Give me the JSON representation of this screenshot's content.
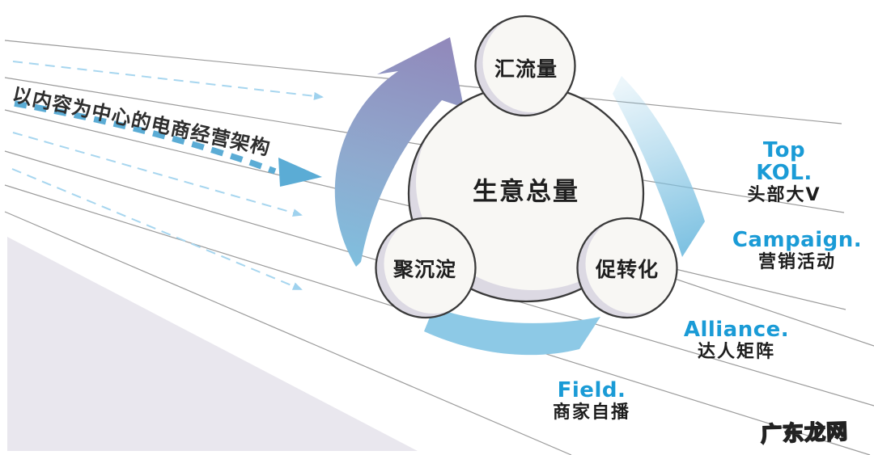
{
  "banner": {
    "text": "以内容为中心的电商经营架构"
  },
  "diagram": {
    "center": "生意总量",
    "nodes": [
      {
        "label": "汇流量",
        "position": "top"
      },
      {
        "label": "聚沉淀",
        "position": "bottom-left"
      },
      {
        "label": "促转化",
        "position": "bottom-right"
      }
    ]
  },
  "channels": [
    {
      "en": "Top KOL.",
      "zh": "头部大V"
    },
    {
      "en": "Campaign.",
      "zh": "营销活动"
    },
    {
      "en": "Alliance.",
      "zh": "达人矩阵"
    },
    {
      "en": "Field.",
      "zh": "商家自播"
    }
  ],
  "watermark": "广东龙网",
  "colors": {
    "accent_blue_text": "#1a9bd6",
    "bold_dash_blue": "#5bacd5",
    "thin_dash_blue": "#a7d6ef",
    "cycle_blue": "#7fc0df",
    "cycle_purple": "#9189bb",
    "band_blue": "#8dc9e6",
    "line_gray": "#9b9b9b",
    "wedge_gray": "#e9e7ee",
    "circle_fill": "#f8f7f4",
    "circle_shadow": "#dcd9e3",
    "circle_stroke": "#3a3a3a"
  }
}
